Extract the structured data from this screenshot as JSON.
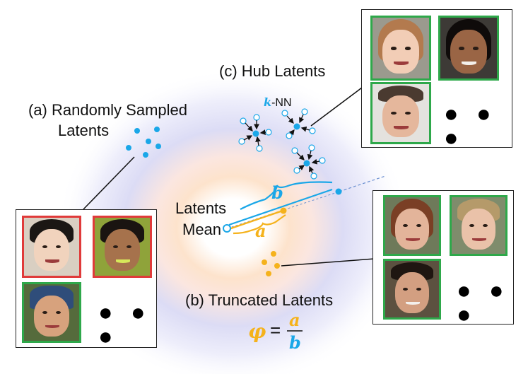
{
  "labels": {
    "randomly_line1": "(a)  Randomly Sampled",
    "randomly_line2": "Latents",
    "hub": "(c) Hub Latents",
    "knn_k": "k",
    "knn_rest": "-NN",
    "mean_line1": "Latents",
    "mean_line2": "Mean",
    "a": "a",
    "b": "b",
    "truncated": "(b) Truncated Latents",
    "phi": "φ",
    "equals": "=",
    "frac_num": "a",
    "frac_den": "b"
  },
  "ellipsis": "● ● ●",
  "colors": {
    "blue": "#1aa7e8",
    "orange": "#f5b21b",
    "green_frame": "#2ea84a",
    "red_frame": "#e03a3a",
    "text": "#111111"
  },
  "thumbnails": {
    "random": [
      {
        "frame": "red"
      },
      {
        "frame": "red"
      },
      {
        "frame": "green"
      }
    ],
    "hub": [
      {
        "frame": "green"
      },
      {
        "frame": "green"
      },
      {
        "frame": "green"
      }
    ],
    "truncated": [
      {
        "frame": "green"
      },
      {
        "frame": "green"
      },
      {
        "frame": "green"
      }
    ]
  }
}
